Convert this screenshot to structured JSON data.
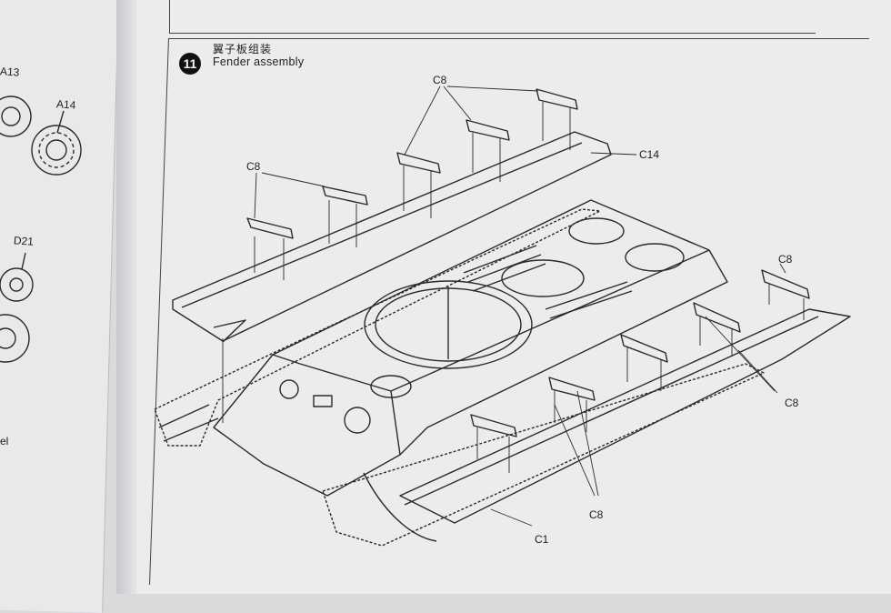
{
  "step": {
    "number": "11",
    "title_cn": "翼子板组装",
    "title_en": "Fender assembly"
  },
  "parts": {
    "c8": "C8",
    "c14": "C14",
    "c1": "C1"
  },
  "left_page": {
    "labels": [
      "A13",
      "A14",
      "D21"
    ],
    "partial_text": "el"
  }
}
